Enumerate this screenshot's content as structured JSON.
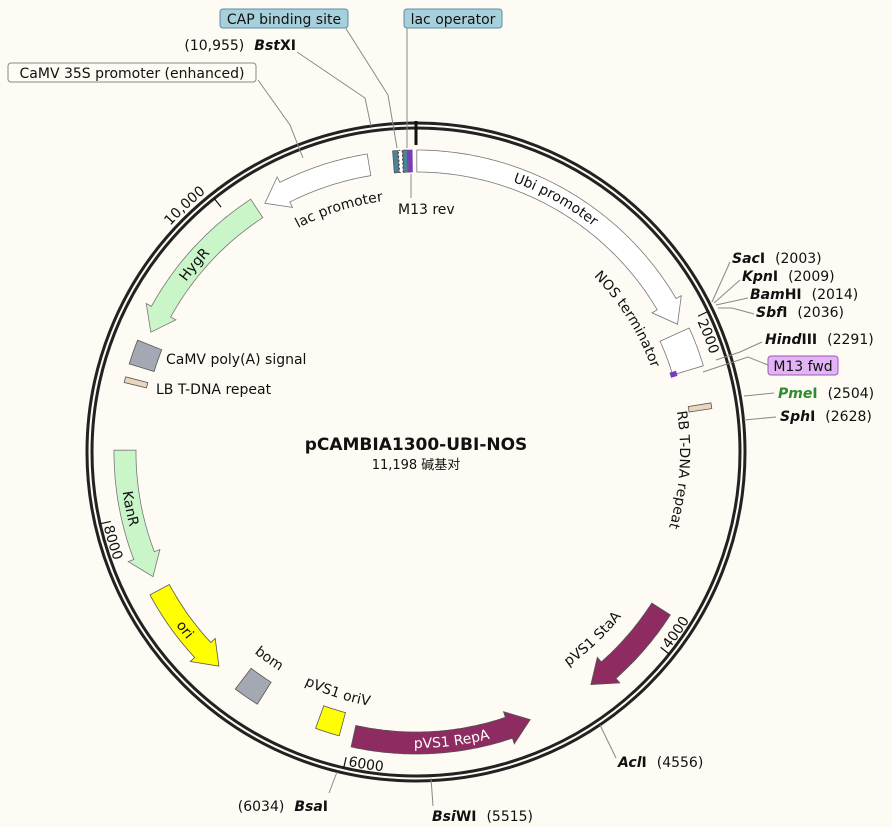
{
  "plasmid": {
    "name": "pCAMBIA1300-UBI-NOS",
    "length": 11198,
    "size_label": "11,198 碱基对"
  },
  "features": [
    {
      "name": "Ubi promoter",
      "start": 5,
      "end": 1990,
      "dir": 1,
      "color": "#ffffff"
    },
    {
      "name": "NOS terminator",
      "start": 2040,
      "end": 2280,
      "dir": 0,
      "color": "#ffffff"
    },
    {
      "name": "RB T-DNA repeat",
      "start": 2505,
      "end": 2540,
      "dir": 0,
      "color": "#ead5bd"
    },
    {
      "name": "pVS1 StaA",
      "start": 3815,
      "end": 4450,
      "dir": 1,
      "color": "#8e2b61"
    },
    {
      "name": "pVS1 RepA",
      "start": 4880,
      "end": 5985,
      "dir": -1,
      "color": "#8e2b61"
    },
    {
      "name": "pVS1 oriV",
      "start": 6070,
      "end": 6220,
      "dir": 0,
      "color": "#ffff00"
    },
    {
      "name": "bom",
      "start": 6600,
      "end": 6760,
      "dir": 0,
      "color": "#a3a8b2"
    },
    {
      "name": "ori",
      "start": 6925,
      "end": 7520,
      "dir": -1,
      "color": "#ffff00"
    },
    {
      "name": "KanR",
      "start": 7610,
      "end": 8410,
      "dir": -1,
      "color": "#c9f5c9"
    },
    {
      "name": "LB T-DNA repeat",
      "start": 8815,
      "end": 8850,
      "dir": 0,
      "color": "#ead5bd"
    },
    {
      "name": "CaMV poly(A) signal",
      "start": 8930,
      "end": 9080,
      "dir": 0,
      "color": "#a3a8b2"
    },
    {
      "name": "HygR",
      "start": 9155,
      "end": 10166,
      "dir": -1,
      "color": "#c9f5c9"
    },
    {
      "name": "lac promoter",
      "start": 10225,
      "end": 10909,
      "dir": -1,
      "color": "#ffffff"
    },
    {
      "name": "CAP binding site",
      "start": 11060,
      "end": 11090,
      "dir": 0,
      "color": "#4b8497"
    },
    {
      "name": "lac operator",
      "start": 11120,
      "end": 11148,
      "dir": 0,
      "color": "#4b8497"
    },
    {
      "name": "M13 rev",
      "start": 11152,
      "end": 11175,
      "dir": 0,
      "color": "#7a3cb8"
    },
    {
      "name": "M13 fwd",
      "start": 2262,
      "end": 2292,
      "dir": 0,
      "color": "#7a3cb8"
    },
    {
      "name": "CaMV 35S promoter (enhanced)"
    }
  ],
  "ticks": [
    "2000",
    "4000",
    "6000",
    "8000",
    "10,000"
  ],
  "tick_positions": [
    2000,
    4000,
    6000,
    8000,
    10000
  ],
  "enzymes": [
    {
      "italic": "Bst",
      "roman": "XI",
      "pos": "(10,955)"
    },
    {
      "italic": "Sac",
      "roman": "I",
      "pos": "(2003)"
    },
    {
      "italic": "Kpn",
      "roman": "I",
      "pos": "(2009)"
    },
    {
      "italic": "Bam",
      "roman": "HI",
      "pos": "(2014)"
    },
    {
      "italic": "Sbf",
      "roman": "I",
      "pos": "(2036)"
    },
    {
      "italic": "Hind",
      "roman": "III",
      "pos": "(2291)"
    },
    {
      "italic": "Pme",
      "roman": "I",
      "pos": "(2504)",
      "color": "#2e8b2e"
    },
    {
      "italic": "Sph",
      "roman": "I",
      "pos": "(2628)"
    },
    {
      "italic": "Acl",
      "roman": "I",
      "pos": "(4556)"
    },
    {
      "italic": "Bsi",
      "roman": "WI",
      "pos": "(5515)"
    },
    {
      "italic": "Bsa",
      "roman": "I",
      "pos": "(6034)"
    }
  ],
  "colors": {
    "backbone": "#222222",
    "callout_blue": "#a6d0dc",
    "callout_purple": "#e3b4f5"
  }
}
